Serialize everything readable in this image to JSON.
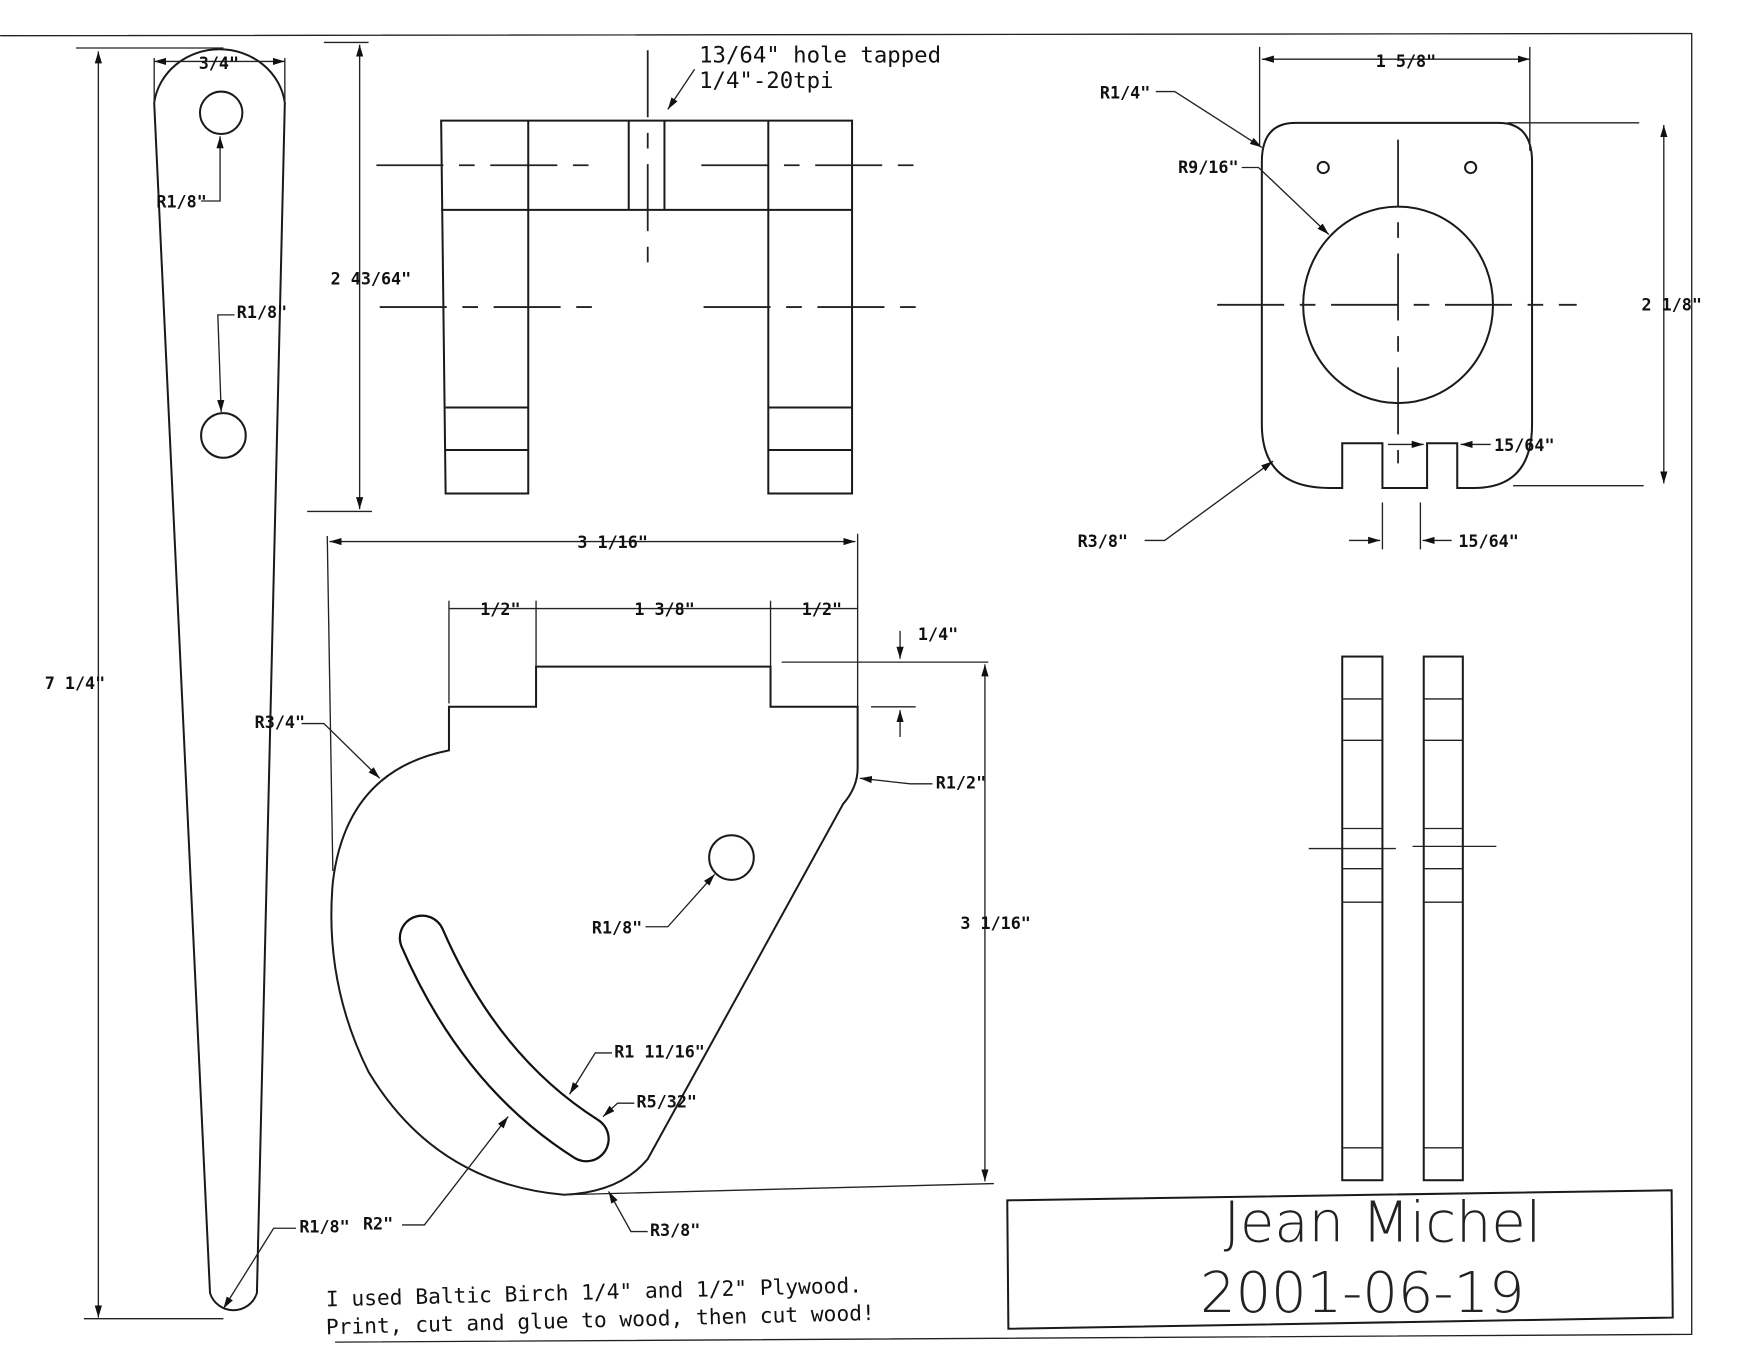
{
  "note_top": {
    "line1": "13/64\" hole tapped",
    "line2": "1/4\"-20tpi"
  },
  "arm": {
    "width": "3/4\"",
    "length": "7 1/4\"",
    "hole_top": "R1/8\"",
    "hole_mid": "R1/8\"",
    "tip": "R1/8\""
  },
  "u_view": {
    "height": "2 43/64\""
  },
  "profile": {
    "width": "3 1/16\"",
    "seg_left": "1/2\"",
    "seg_mid": "1 3/8\"",
    "seg_right": "1/2\"",
    "step": "1/4\"",
    "height": "3 1/16\"",
    "r_left": "R3/4\"",
    "r_right": "R1/2\"",
    "r_hole": "R1/8\"",
    "r_slot_arc": "R1 11/16\"",
    "r_slot_end": "R5/32\"",
    "r_big": "R2\"",
    "r_bottom": "R3/8\""
  },
  "plate": {
    "width": "1 5/8\"",
    "height": "2 1/8\"",
    "r_corner_top": "R1/4\"",
    "r_hole": "R9/16\"",
    "r_corner_bottom": "R3/8\"",
    "notch_1": "15/64\"",
    "notch_2": "15/64\""
  },
  "footer_note": {
    "line1": "I used Baltic Birch 1/4\" and 1/2\" Plywood.",
    "line2": "Print, cut and glue to wood, then cut wood!"
  },
  "title_block": {
    "author": "Jean Michel",
    "date": "2001-06-19"
  }
}
